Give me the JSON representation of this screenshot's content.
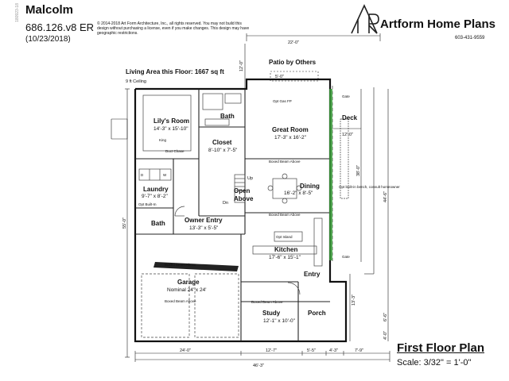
{
  "header": {
    "name": "Malcolm",
    "model": "686.126.v8 ER",
    "date": "(10/23/2018)",
    "side_code": "180923-18",
    "copyright": "© 2014-2018 Art Form Architecture, Inc., all rights reserved. You may not build this design without purchasing a license, even if you make changes. This design may have geographic restrictions."
  },
  "logo": {
    "text": "Artform Home Plans",
    "phone": "603-431-9559"
  },
  "plan": {
    "title": "First Floor Plan",
    "scale": "Scale: 3/32\" = 1'-0\"",
    "living_area": "Living Area this Floor: 1667 sq ft",
    "ceiling": "9 ft Ceiling"
  },
  "rooms": {
    "patio": "Patio by Others",
    "lilys_room": "Lily's Room",
    "lilys_room_dim": "14'-3\" x 15'-10\"",
    "bath1": "Bath",
    "closet": "Closet",
    "closet_dim": "8'-10\" x 7'-5\"",
    "great_room": "Great Room",
    "great_room_dim": "17'-3\" x 16'-2\"",
    "deck": "Deck",
    "laundry": "Laundry",
    "laundry_dim": "9'-7\" x 8'-2\"",
    "open_above": "Open\nAbove",
    "dining": "Dining",
    "dining_dim": "16'-2\" x 8'-5\"",
    "bath2": "Bath",
    "owner_entry": "Owner Entry",
    "owner_entry_dim": "13'-3\" x 5'-5\"",
    "kitchen": "Kitchen",
    "kitchen_dim": "17'-6\" x 15'-1\"",
    "garage": "Garage",
    "garage_dim": "Nominal 24' x 24'",
    "entry": "Entry",
    "study": "Study",
    "study_dim": "12'-1\" x 10'-0\"",
    "porch": "Porch"
  },
  "notes": {
    "king": "King",
    "duct_chase": "Duct Chase",
    "boxed_beam": "Boxed Beam Above",
    "opt_gas_fp": "Opt Gas FP",
    "opt_built_in": "Opt Built-In",
    "opt_island": "Opt Island",
    "opt_bench": "Opt built-in bench, consult homeowner",
    "gate": "Gate",
    "up": "Up",
    "dn": "Dn",
    "d": "D",
    "w": "W"
  },
  "dimensions": {
    "top_22": "22'-0\"",
    "patio_5": "5'-0\"",
    "left_12": "12'-0\"",
    "left_55": "55'-0\"",
    "deck_12": "12'-0\"",
    "right_38": "38'-0\"",
    "right_44_6": "44'-6\"",
    "right_13_3": "13'-3\"",
    "right_6_6": "6'-6\"",
    "right_4": "4'-0\"",
    "bottom_24": "24'-0\"",
    "bottom_12_7": "12'-7\"",
    "bottom_5_5": "5'-5\"",
    "bottom_4_3": "4'-3\"",
    "bottom_7_9": "7'-9\"",
    "bottom_46_3": "46'-3\""
  }
}
